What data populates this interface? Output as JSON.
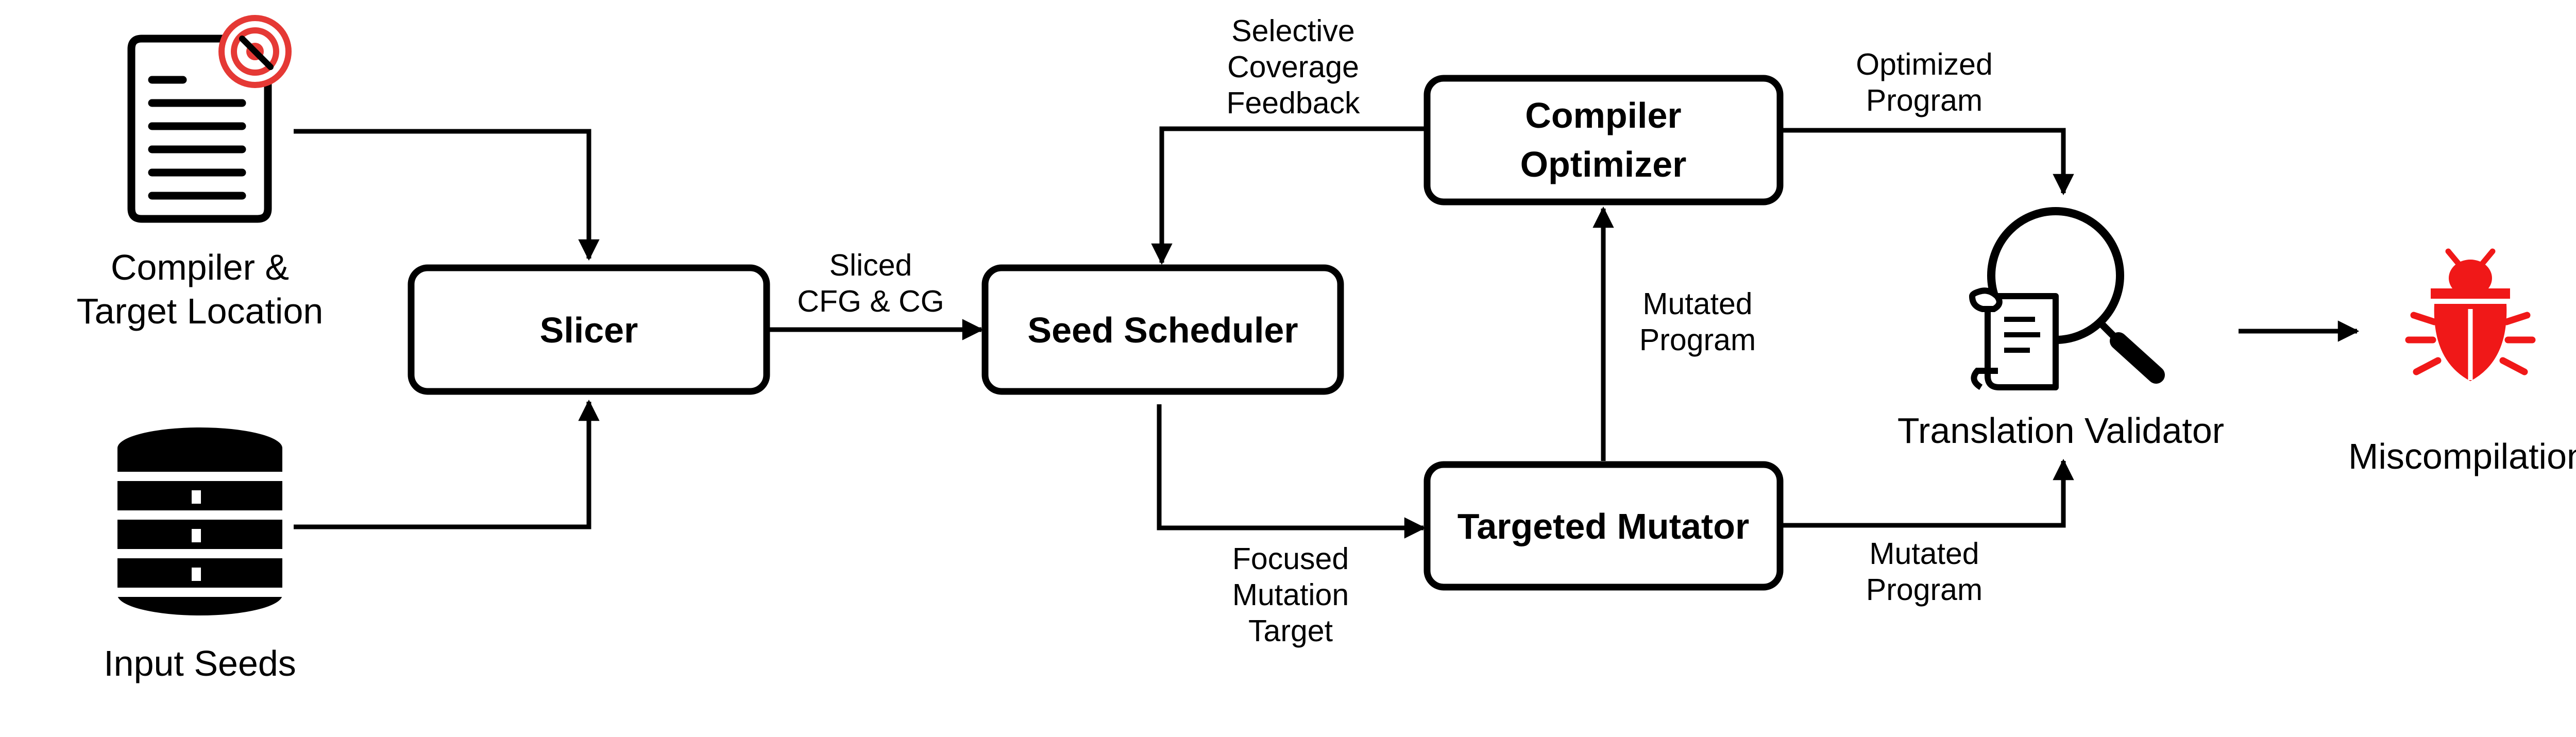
{
  "colors": {
    "ink": "#000000",
    "target_red": "#e53935",
    "bug_red": "#f01818",
    "background": "#ffffff"
  },
  "icons": {
    "source_document": "document-icon",
    "target_marker": "target-icon",
    "seeds": "database-icon",
    "validator": "magnifier-scroll-icon",
    "result": "bug-icon"
  },
  "inputs": {
    "compiler_target": {
      "line1": "Compiler &",
      "line2": "Target Location"
    },
    "seeds": {
      "label": "Input Seeds"
    }
  },
  "nodes": {
    "slicer": "Slicer",
    "seed_scheduler": "Seed Scheduler",
    "compiler_optimizer": {
      "line1": "Compiler",
      "line2": "Optimizer"
    },
    "targeted_mutator": "Targeted Mutator",
    "translation_validator": "Translation Validator",
    "miscompilations": "Miscompilations"
  },
  "edges": {
    "sliced": {
      "line1": "Sliced",
      "line2": "CFG & CG"
    },
    "feedback": {
      "line1": "Selective",
      "line2": "Coverage",
      "line3": "Feedback"
    },
    "optimized": {
      "line1": "Optimized",
      "line2": "Program"
    },
    "mutated_up": {
      "line1": "Mutated",
      "line2": "Program"
    },
    "focused": {
      "line1": "Focused",
      "line2": "Mutation",
      "line3": "Target"
    },
    "mutated_right": {
      "line1": "Mutated",
      "line2": "Program"
    }
  }
}
